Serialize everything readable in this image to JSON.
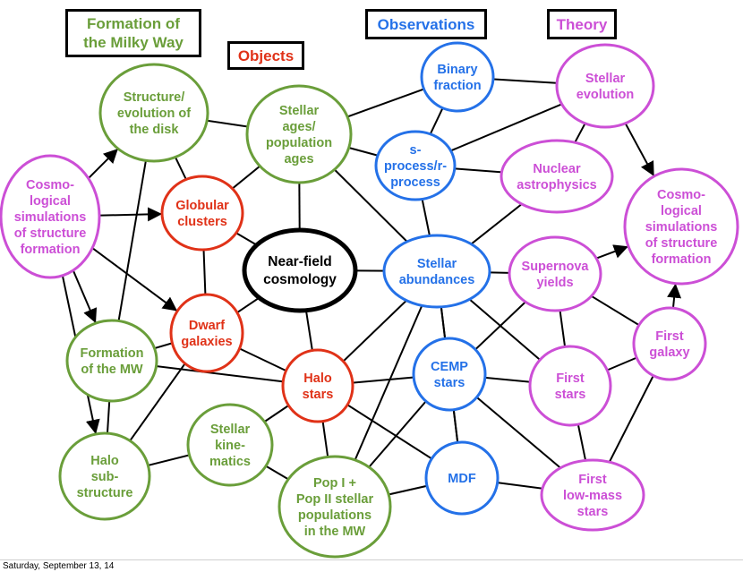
{
  "colors": {
    "formation": "#6a9e3a",
    "objects": "#e03218",
    "observations": "#2471e8",
    "theory": "#cc4fd6",
    "center": "#000000"
  },
  "legend": {
    "formation": "Formation of the Milky Way",
    "objects": "Objects",
    "observations": "Observations",
    "theory": "Theory"
  },
  "nodes": {
    "near_field": {
      "lines": [
        "Near-field",
        "cosmology"
      ],
      "category": "center"
    },
    "structure_disk": {
      "lines": [
        "Structure/",
        "evolution of",
        "the disk"
      ],
      "category": "formation"
    },
    "cosmo_sim_left": {
      "lines": [
        "Cosmo-",
        "logical",
        "simulations",
        "of structure",
        "formation"
      ],
      "category": "theory"
    },
    "formation_mw": {
      "lines": [
        "Formation",
        "of the MW"
      ],
      "category": "formation"
    },
    "halo_substructure": {
      "lines": [
        "Halo",
        "sub-",
        "structure"
      ],
      "category": "formation"
    },
    "stellar_kinematics": {
      "lines": [
        "Stellar",
        "kine-",
        "matics"
      ],
      "category": "formation"
    },
    "stellar_ages": {
      "lines": [
        "Stellar",
        "ages/",
        "population",
        "ages"
      ],
      "category": "formation"
    },
    "pop_stellar": {
      "lines": [
        "Pop I +",
        "Pop II stellar",
        "populations",
        "in the MW"
      ],
      "category": "formation"
    },
    "globular_clusters": {
      "lines": [
        "Globular",
        "clusters"
      ],
      "category": "objects"
    },
    "dwarf_galaxies": {
      "lines": [
        "Dwarf",
        "galaxies"
      ],
      "category": "objects"
    },
    "halo_stars": {
      "lines": [
        "Halo",
        "stars"
      ],
      "category": "objects"
    },
    "binary_fraction": {
      "lines": [
        "Binary",
        "fraction"
      ],
      "category": "observations"
    },
    "s_process": {
      "lines": [
        "s-",
        "process/r-",
        "process"
      ],
      "category": "observations"
    },
    "stellar_abundances": {
      "lines": [
        "Stellar",
        "abundances"
      ],
      "category": "observations"
    },
    "cemp_stars": {
      "lines": [
        "CEMP",
        "stars"
      ],
      "category": "observations"
    },
    "mdf": {
      "lines": [
        "MDF"
      ],
      "category": "observations"
    },
    "stellar_evolution": {
      "lines": [
        "Stellar",
        "evolution"
      ],
      "category": "theory"
    },
    "nuclear_astro": {
      "lines": [
        "Nuclear",
        "astrophysics"
      ],
      "category": "theory"
    },
    "cosmo_sim_right": {
      "lines": [
        "Cosmo-",
        "logical",
        "simulations",
        "of structure",
        "formation"
      ],
      "category": "theory"
    },
    "supernova_yields": {
      "lines": [
        "Supernova",
        "yields"
      ],
      "category": "theory"
    },
    "first_galaxy": {
      "lines": [
        "First",
        "galaxy"
      ],
      "category": "theory"
    },
    "first_stars": {
      "lines": [
        "First",
        "stars"
      ],
      "category": "theory"
    },
    "first_low_mass": {
      "lines": [
        "First",
        "low-mass",
        "stars"
      ],
      "category": "theory"
    }
  },
  "edges": [
    {
      "from": "near_field",
      "to": "stellar_ages"
    },
    {
      "from": "near_field",
      "to": "globular_clusters"
    },
    {
      "from": "near_field",
      "to": "dwarf_galaxies"
    },
    {
      "from": "near_field",
      "to": "halo_stars"
    },
    {
      "from": "near_field",
      "to": "stellar_abundances"
    },
    {
      "from": "structure_disk",
      "to": "stellar_ages"
    },
    {
      "from": "structure_disk",
      "to": "globular_clusters"
    },
    {
      "from": "structure_disk",
      "to": "formation_mw"
    },
    {
      "from": "cosmo_sim_left",
      "to": "structure_disk",
      "arrow": true
    },
    {
      "from": "cosmo_sim_left",
      "to": "globular_clusters",
      "arrow": true
    },
    {
      "from": "cosmo_sim_left",
      "to": "dwarf_galaxies",
      "arrow": true
    },
    {
      "from": "cosmo_sim_left",
      "to": "formation_mw",
      "arrow": true
    },
    {
      "from": "cosmo_sim_left",
      "to": "halo_substructure",
      "arrow": true
    },
    {
      "from": "formation_mw",
      "to": "dwarf_galaxies"
    },
    {
      "from": "formation_mw",
      "to": "halo_stars"
    },
    {
      "from": "formation_mw",
      "to": "halo_substructure"
    },
    {
      "from": "globular_clusters",
      "to": "dwarf_galaxies"
    },
    {
      "from": "globular_clusters",
      "to": "stellar_ages"
    },
    {
      "from": "dwarf_galaxies",
      "to": "halo_substructure"
    },
    {
      "from": "dwarf_galaxies",
      "to": "halo_stars"
    },
    {
      "from": "halo_substructure",
      "to": "stellar_kinematics"
    },
    {
      "from": "stellar_kinematics",
      "to": "halo_stars"
    },
    {
      "from": "stellar_kinematics",
      "to": "pop_stellar"
    },
    {
      "from": "halo_stars",
      "to": "pop_stellar"
    },
    {
      "from": "halo_stars",
      "to": "cemp_stars"
    },
    {
      "from": "halo_stars",
      "to": "mdf"
    },
    {
      "from": "halo_stars",
      "to": "stellar_abundances"
    },
    {
      "from": "stellar_ages",
      "to": "binary_fraction"
    },
    {
      "from": "stellar_ages",
      "to": "s_process"
    },
    {
      "from": "stellar_ages",
      "to": "stellar_abundances"
    },
    {
      "from": "binary_fraction",
      "to": "stellar_evolution"
    },
    {
      "from": "binary_fraction",
      "to": "s_process"
    },
    {
      "from": "s_process",
      "to": "stellar_abundances"
    },
    {
      "from": "s_process",
      "to": "stellar_evolution"
    },
    {
      "from": "s_process",
      "to": "nuclear_astro"
    },
    {
      "from": "stellar_evolution",
      "to": "nuclear_astro"
    },
    {
      "from": "stellar_evolution",
      "to": "cosmo_sim_right",
      "arrow": true
    },
    {
      "from": "nuclear_astro",
      "to": "stellar_abundances"
    },
    {
      "from": "stellar_abundances",
      "to": "supernova_yields"
    },
    {
      "from": "stellar_abundances",
      "to": "cemp_stars"
    },
    {
      "from": "stellar_abundances",
      "to": "mdf"
    },
    {
      "from": "stellar_abundances",
      "to": "first_stars"
    },
    {
      "from": "stellar_abundances",
      "to": "pop_stellar"
    },
    {
      "from": "supernova_yields",
      "to": "cosmo_sim_right",
      "arrow": true
    },
    {
      "from": "supernova_yields",
      "to": "first_galaxy"
    },
    {
      "from": "supernova_yields",
      "to": "first_stars"
    },
    {
      "from": "supernova_yields",
      "to": "cemp_stars"
    },
    {
      "from": "first_galaxy",
      "to": "cosmo_sim_right",
      "arrow": true
    },
    {
      "from": "first_galaxy",
      "to": "first_stars"
    },
    {
      "from": "first_galaxy",
      "to": "first_low_mass"
    },
    {
      "from": "first_stars",
      "to": "first_low_mass"
    },
    {
      "from": "first_stars",
      "to": "cemp_stars"
    },
    {
      "from": "cemp_stars",
      "to": "mdf"
    },
    {
      "from": "cemp_stars",
      "to": "pop_stellar"
    },
    {
      "from": "cemp_stars",
      "to": "first_low_mass"
    },
    {
      "from": "mdf",
      "to": "pop_stellar"
    },
    {
      "from": "mdf",
      "to": "first_low_mass"
    }
  ],
  "footer": "Saturday, September 13, 14"
}
